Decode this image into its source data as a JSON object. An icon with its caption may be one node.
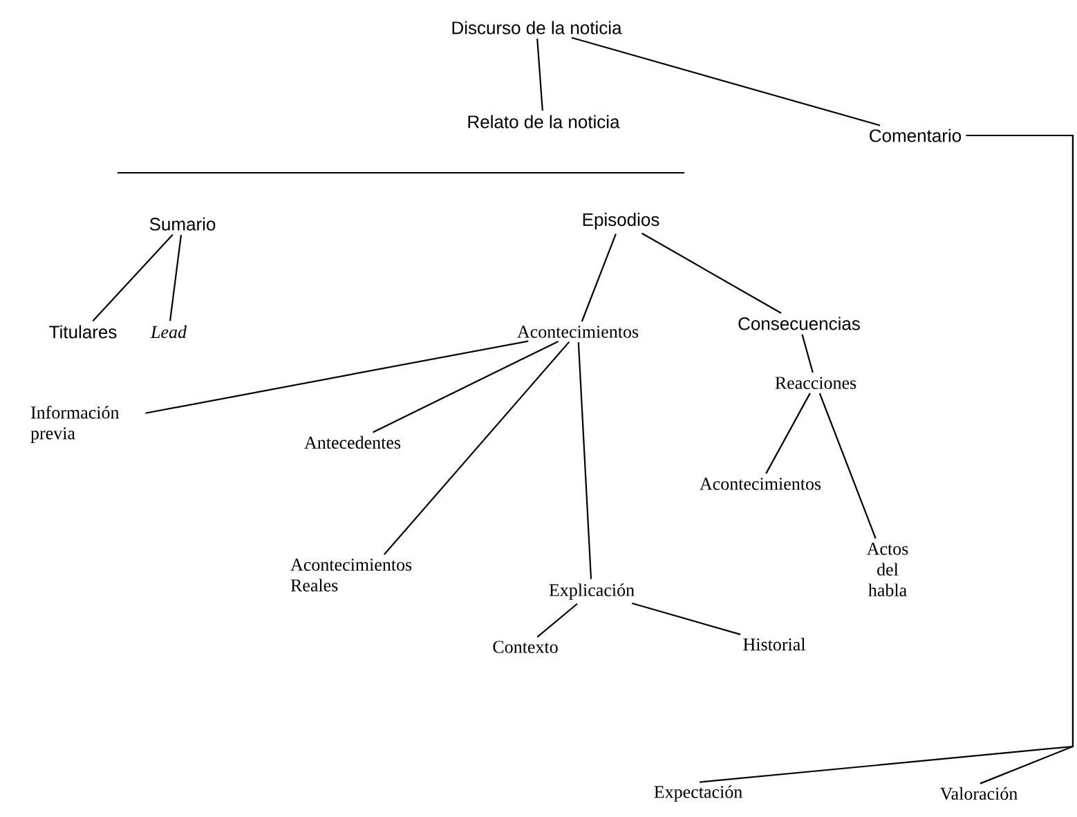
{
  "diagram": {
    "nodes": [
      {
        "text": [
          "Discurso de la noticia"
        ]
      },
      {
        "text": [
          "Relato de la noticia"
        ]
      },
      {
        "text": [
          "Comentario"
        ]
      },
      {
        "text": [
          "Sumario"
        ]
      },
      {
        "text": [
          "Episodios"
        ]
      },
      {
        "text": [
          "Titulares"
        ]
      },
      {
        "text": [
          "Lead"
        ]
      },
      {
        "text": [
          "Acontecimientos"
        ]
      },
      {
        "text": [
          "Consecuencias"
        ]
      },
      {
        "text": [
          "Reacciones"
        ]
      },
      {
        "text": [
          "Información previa"
        ]
      },
      {
        "text": [
          "Antecedentes"
        ]
      },
      {
        "text": [
          "Acontecimientos"
        ]
      },
      {
        "text": [
          "Actos del habla"
        ]
      },
      {
        "text": [
          "Acontecimientos Reales"
        ]
      },
      {
        "text": [
          "Explicación"
        ]
      },
      {
        "text": [
          "Contexto"
        ]
      },
      {
        "text": [
          "Historial"
        ]
      },
      {
        "text": [
          "Expectación"
        ]
      },
      {
        "text": [
          "Valoración"
        ]
      }
    ],
    "edges": [
      {
        "from": 0,
        "to": 1,
        "arrow": "none"
      },
      {
        "from": 0,
        "to": 2,
        "arrow": "none"
      },
      {
        "from": 3,
        "to": 5,
        "arrow": "none"
      },
      {
        "from": 3,
        "to": 6,
        "arrow": "none"
      },
      {
        "from": 4,
        "to": 7,
        "arrow": "none"
      },
      {
        "from": 4,
        "to": 8,
        "arrow": "none"
      },
      {
        "from": 7,
        "to": 10,
        "arrow": "none"
      },
      {
        "from": 7,
        "to": 11,
        "arrow": "none"
      },
      {
        "from": 7,
        "to": 14,
        "arrow": "none"
      },
      {
        "from": 7,
        "to": 15,
        "arrow": "none"
      },
      {
        "from": 8,
        "to": 9,
        "arrow": "none"
      },
      {
        "from": 9,
        "to": 12,
        "arrow": "none"
      },
      {
        "from": 9,
        "to": 13,
        "arrow": "none"
      },
      {
        "from": 15,
        "to": 16,
        "arrow": "none"
      },
      {
        "from": 15,
        "to": 17,
        "arrow": "none"
      },
      {
        "from": 2,
        "to": 18,
        "arrow": "none"
      },
      {
        "from": 2,
        "to": 19,
        "arrow": "none"
      }
    ]
  }
}
